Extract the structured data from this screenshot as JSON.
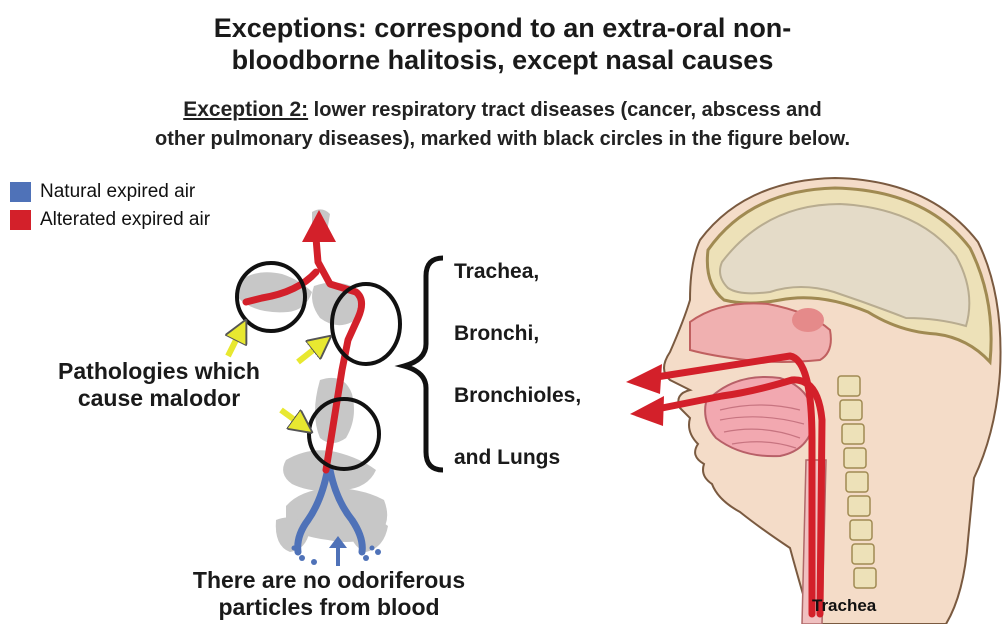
{
  "title": {
    "line1": "Exceptions: correspond to an extra-oral non-",
    "line2": "bloodborne halitosis, except nasal causes"
  },
  "exception": {
    "label": "Exception 2:",
    "text_line1": " lower respiratory tract diseases (cancer, abscess and",
    "text_line2": "other pulmonary diseases), marked with black circles in the figure below."
  },
  "legend": {
    "items": [
      {
        "label": "Natural expired air",
        "color": "#4f72b8"
      },
      {
        "label": "Alterated expired air",
        "color": "#d3202a"
      }
    ]
  },
  "pathologies_label": {
    "line1": "Pathologies which",
    "line2": "cause malodor"
  },
  "airway_parts": [
    "Trachea,",
    "Bronchi,",
    "Bronchioles,",
    "and Lungs"
  ],
  "no_particles_label": {
    "line1": "There are no odoriferous",
    "line2": "particles from blood"
  },
  "head_label": "Trachea",
  "colors": {
    "natural_air": "#4f72b8",
    "altered_air": "#d3202a",
    "arrow_yellow": "#e8e830",
    "tissue_gray": "#c4c4c4",
    "skull": "#ece3c0"
  }
}
